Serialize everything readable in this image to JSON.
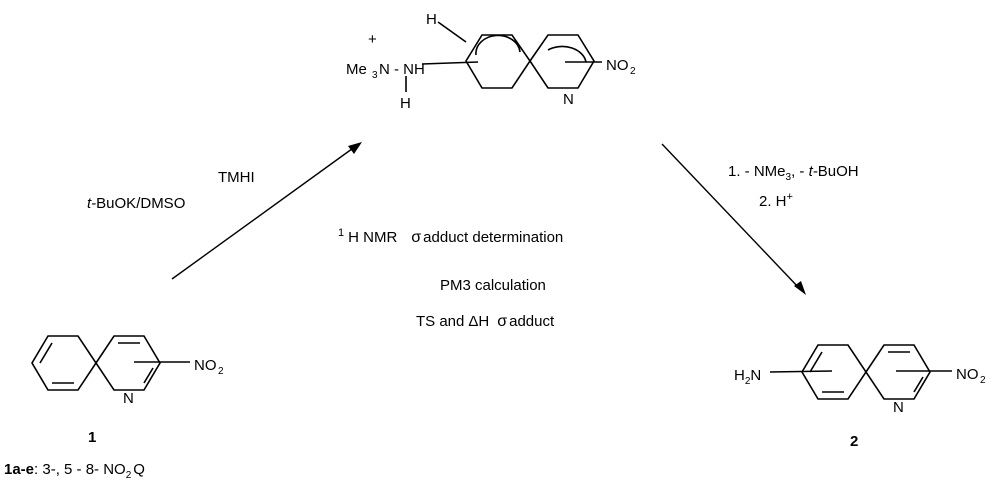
{
  "top_intermediate": {
    "plus": "+",
    "me": "Me",
    "sub3": "3",
    "n_link": "N - NH",
    "h_ring": "H",
    "h_below": "H",
    "n_ring": "N",
    "no2_n": "NO",
    "no2_sub": "2"
  },
  "left_arrow": {
    "reagent1": "TMHI",
    "reagent2_italic": "t-",
    "reagent2_rest": "BuOK/DMSO"
  },
  "right_arrow": {
    "step1_a": "1. - NMe",
    "step1_sub": "3",
    "step1_b": ", - ",
    "step1_italic": "t-",
    "step1_c": "BuOH",
    "step2": "2. H",
    "step2_sup": "+"
  },
  "center_text": {
    "sup1": "1",
    "line1_a": "H NMR",
    "line1_sigma": "σ",
    "line1_b": "adduct determination",
    "line2": "PM3 calculation",
    "line3_a": "TS and",
    "line3_delta": "ΔH",
    "line3_sigma": "σ",
    "line3_b": "adduct"
  },
  "compound1": {
    "n_ring": "N",
    "no2_n": "NO",
    "no2_sub": "2",
    "number": "1",
    "legend_bold": "1a-e",
    "legend_a": ": 3-, 5 - 8- NO",
    "legend_sub": "2",
    "legend_b": "Q"
  },
  "compound2": {
    "h2n_h": "H",
    "h2n_sub": "2",
    "h2n_n": "N",
    "n_ring": "N",
    "no2_n": "NO",
    "no2_sub": "2",
    "number": "2"
  }
}
